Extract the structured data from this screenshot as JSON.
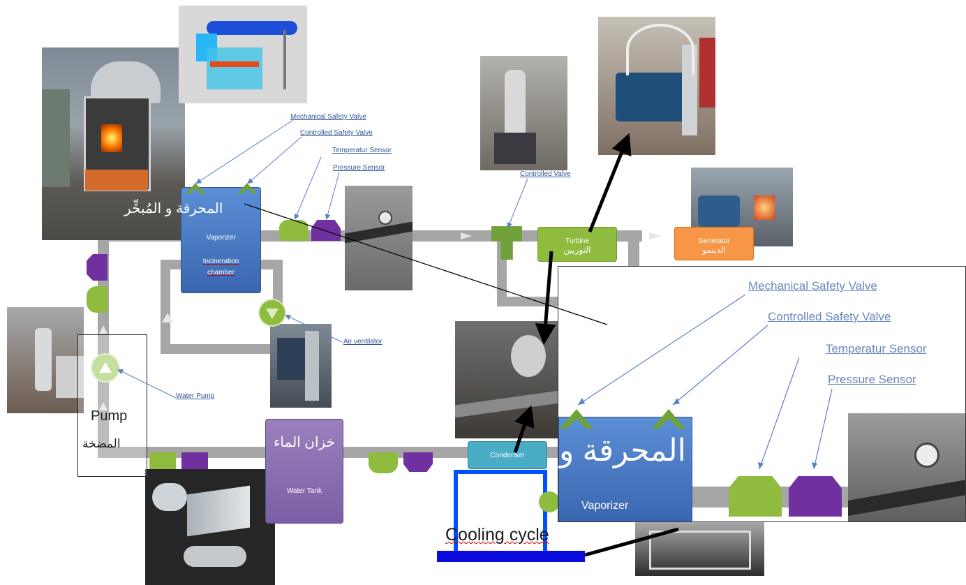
{
  "labels": {
    "incinerator_arabic": "المحرقة و المُبخِّر",
    "vaporizer": "Vaporizer",
    "incineration": "Incineration",
    "chamber": "chamber",
    "turbine_en": "Turbine",
    "turbine_ar": "التوربين",
    "generator_en": "Generator",
    "generator_ar": "الدينمو",
    "condenser": "Condenser",
    "water_tank_ar": "خزان الماء",
    "water_tank_en": "Water Tank",
    "pump_en": "Pump",
    "pump_ar": "المضخة",
    "cooling_cycle": "Cooling cycle",
    "zoom_arabic": "المحرقة و",
    "zoom_vaporizer": "Vaporizer"
  },
  "annotations": {
    "mechanical_safety_valve": "Mechanical Safety Valve",
    "controlled_safety_valve": "Controlled Safety Valve",
    "temperature_sensor": "Temperatur Sensor",
    "pressure_sensor": "Pressure Sensor",
    "controlled_valve": "Controlled Valve",
    "air_ventilator": "Air ventilator",
    "water_pump": "Water Pump"
  },
  "zoom_annotations": {
    "mechanical_safety_valve": "Mechanical Safety Valve",
    "controlled_safety_valve": "Controlled Safety Valve",
    "temperature_sensor": "Temperatur Sensor",
    "pressure_sensor": "Pressure Sensor"
  },
  "colors": {
    "pipe": "#a6a6a6",
    "vaporizer_blue": "#4472c4",
    "sensor_green": "#8fbc3f",
    "sensor_purple": "#7030a0",
    "turbine_green": "#8fbc3f",
    "generator_orange": "#f79646",
    "condenser_teal": "#4bacc6",
    "tank_purple": "#8064a2",
    "cooling_blue": "#0050ff"
  }
}
